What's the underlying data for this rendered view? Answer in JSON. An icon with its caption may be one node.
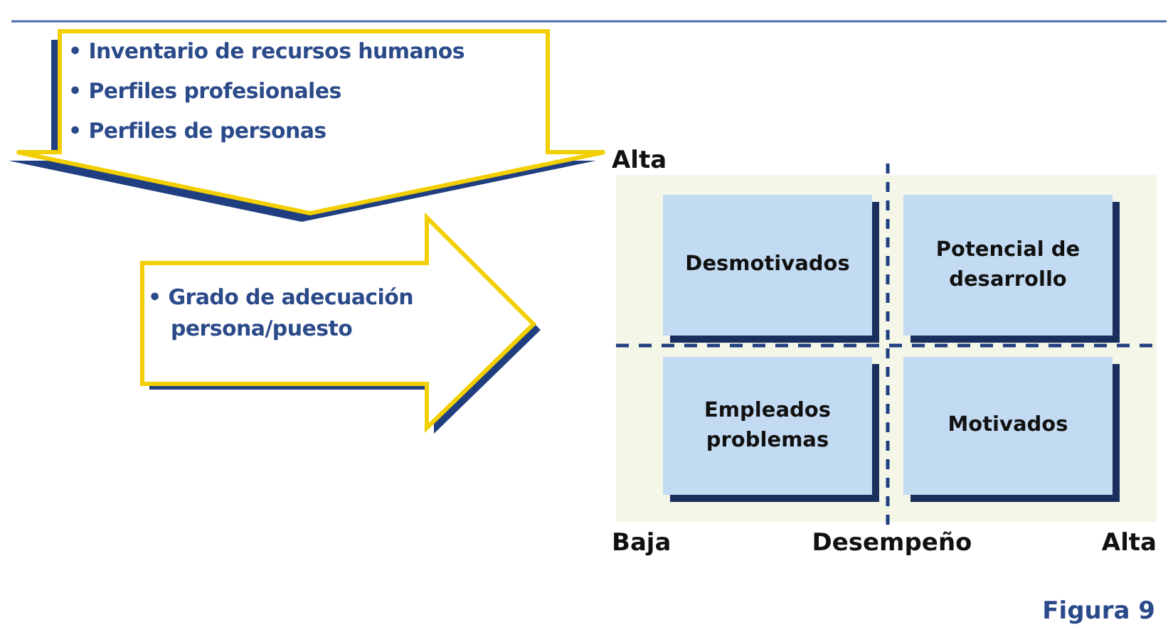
{
  "diagram": {
    "caption": "Figura 9",
    "nodes": [
      {
        "text": [
          "• Inventario de recursos humanos",
          "• Perfiles profesionales",
          "• Perfiles de personas"
        ]
      },
      {
        "text": [
          "• Grado de adecuación persona/puesto"
        ]
      },
      {
        "text": [],
        "shape": "box"
      },
      {
        "text": [
          "Desmotivados"
        ],
        "in": 2
      },
      {
        "text": [
          "Potencial de desarrollo"
        ],
        "in": 2
      },
      {
        "text": [
          "Empleados problemas"
        ],
        "in": 2
      },
      {
        "text": [
          "Motivados"
        ],
        "in": 2
      }
    ],
    "labels": [
      "Alta",
      "Baja",
      "Desempeño",
      "Alta"
    ]
  }
}
